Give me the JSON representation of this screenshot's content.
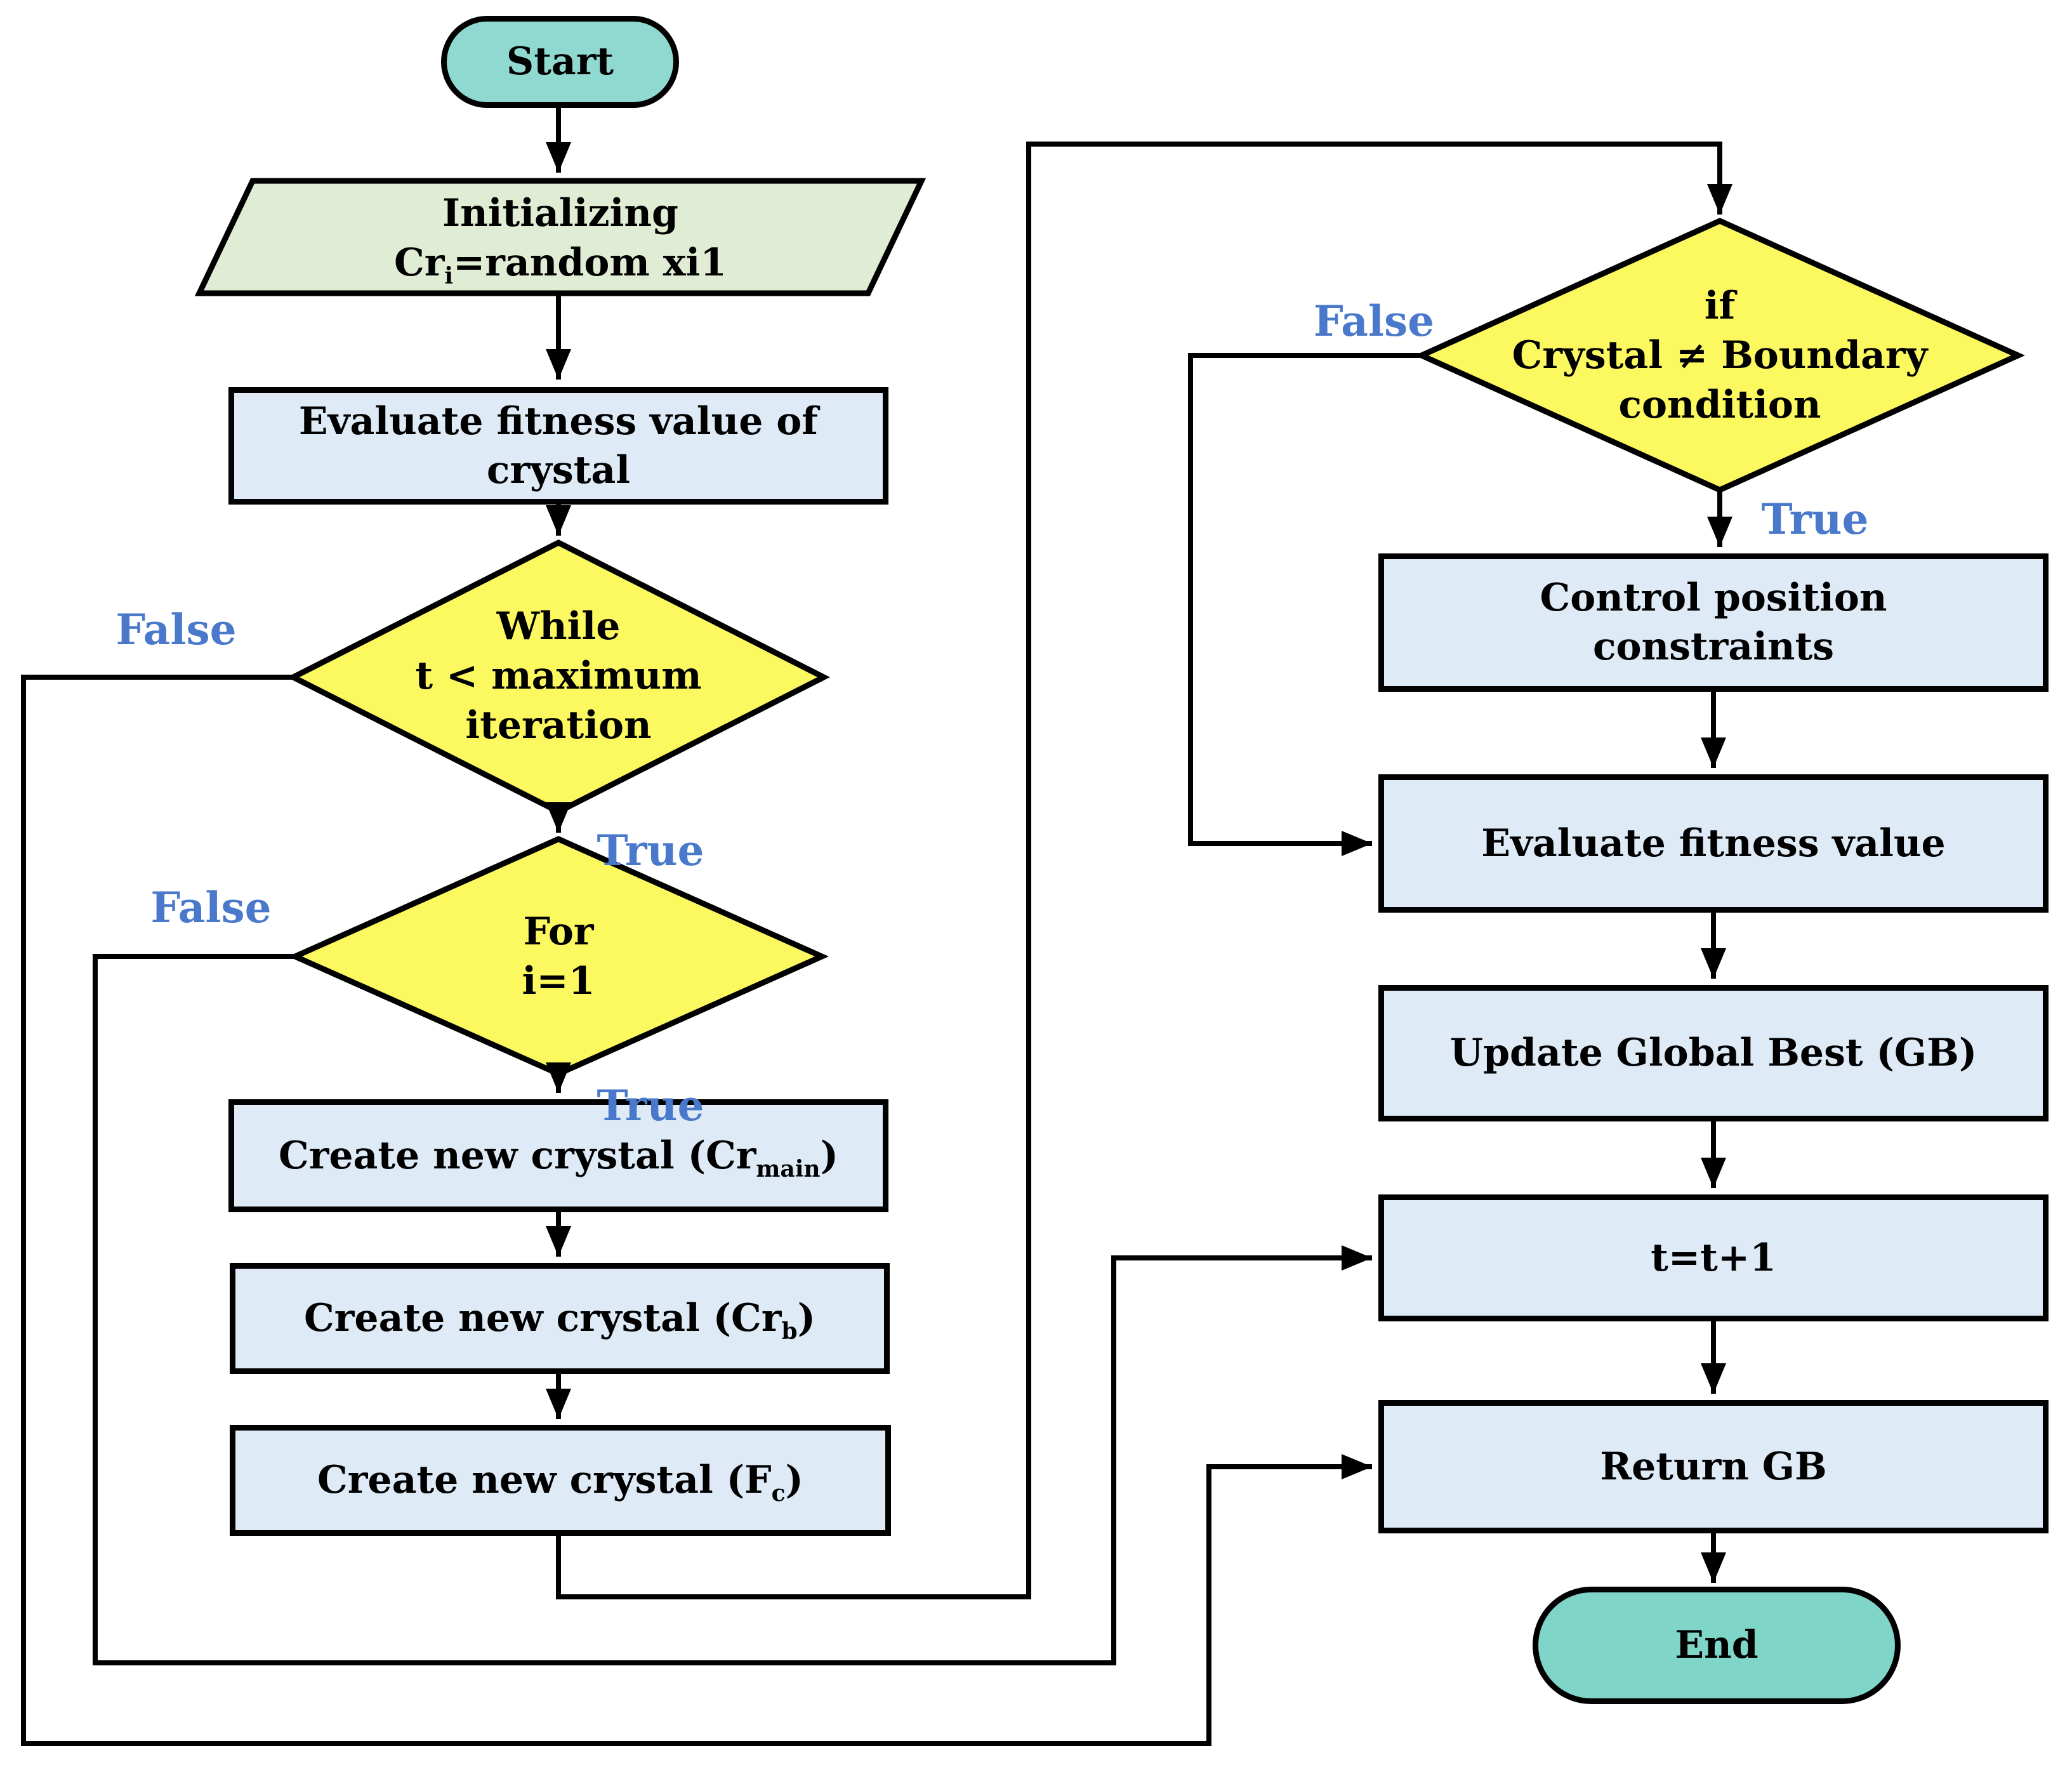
{
  "colors": {
    "terminal_start": "#8FD9D1",
    "terminal_end": "#7FD5C8",
    "process": "#DEEAF6",
    "decision": "#FBF860",
    "io": "#E0EDD4",
    "edge_label": "#4A79CB",
    "line": "#000000"
  },
  "nodes": {
    "start": {
      "label": "Start"
    },
    "init": {
      "line1": "Initializing",
      "line2_pre": "Cr",
      "line2_sub": "i",
      "line2_post": "=random xi1"
    },
    "eval_crystal": {
      "line1": "Evaluate fitness value of",
      "line2": "crystal"
    },
    "while_decision": {
      "line1": "While",
      "line2": "t < maximum",
      "line3": "iteration"
    },
    "for_decision": {
      "line1": "For",
      "line2": "i=1"
    },
    "create_main": {
      "pre": "Create new crystal (Cr",
      "sub": "main",
      "post": ")"
    },
    "create_b": {
      "pre": "Create new crystal (Cr",
      "sub": "b",
      "post": ")"
    },
    "create_fc": {
      "pre": "Create new crystal (F",
      "sub": "c",
      "post": ")"
    },
    "boundary_decision": {
      "line1": "if",
      "line2": "Crystal ≠ Boundary",
      "line3": "condition"
    },
    "control": {
      "line1": "Control position",
      "line2": "constraints"
    },
    "eval_fitness": {
      "label": "Evaluate fitness value"
    },
    "increment": {
      "label": "t=t+1"
    },
    "update_gb": {
      "label": "Update Global Best (GB)"
    },
    "return_gb": {
      "label": "Return GB"
    },
    "end": {
      "label": "End"
    }
  },
  "edge_labels": {
    "while_false": "False",
    "while_true": "True",
    "for_false": "False",
    "for_true": "True",
    "boundary_false": "False",
    "boundary_true": "True"
  }
}
